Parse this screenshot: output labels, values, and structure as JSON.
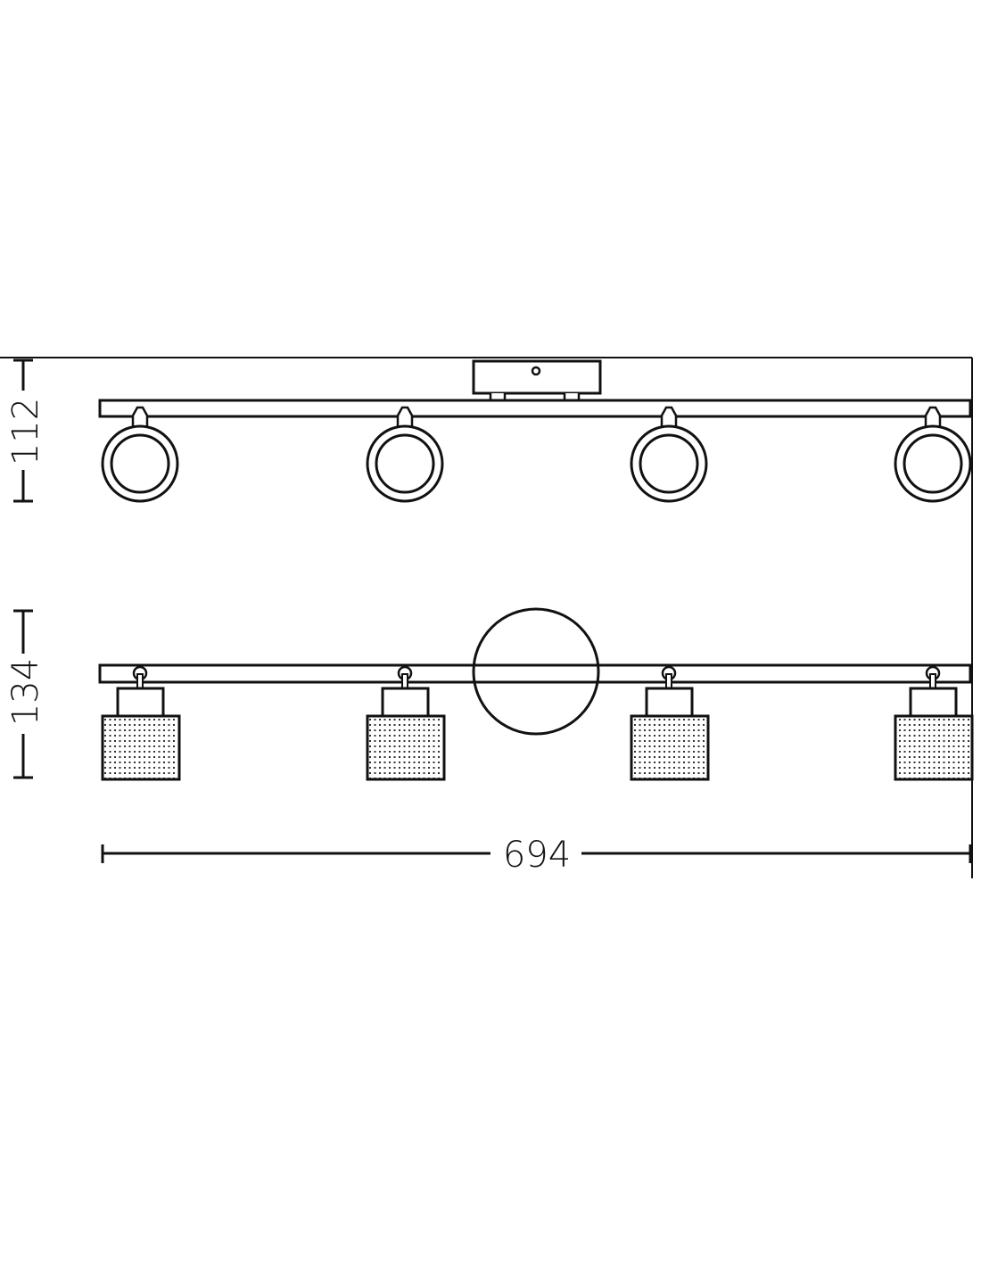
{
  "drawing": {
    "units": "mm",
    "spot_count": 4,
    "dimensions": {
      "front_height": "112",
      "side_height": "134",
      "total_width": "694"
    },
    "colors": {
      "line": "#111111",
      "background": "#ffffff"
    }
  }
}
